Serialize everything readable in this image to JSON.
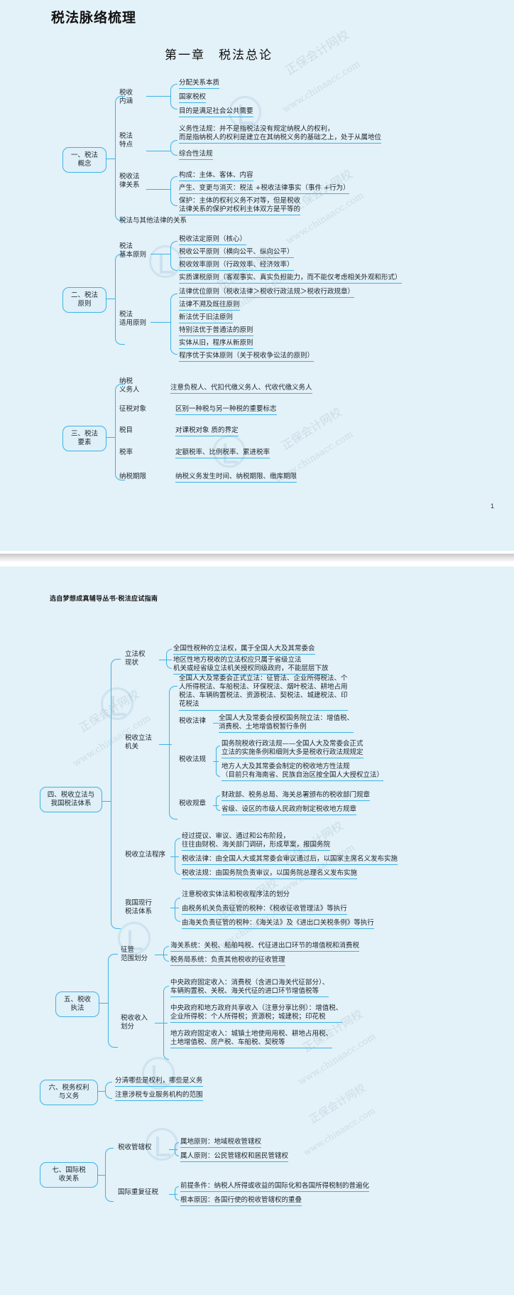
{
  "document": {
    "title": "税法脉络梳理",
    "chapter": "第一章　税法总论",
    "page_number": "1",
    "source_note": "选自梦想成真辅导丛书·税法应试指南",
    "watermark_text": "www.chinaacc.com",
    "watermark_brand": "正保会计网校",
    "accent_color": "#3cb4e5",
    "page_bg": "#e3f1f8"
  },
  "page1": {
    "sections": [
      {
        "id": "s1",
        "label": "一、税法\n概念",
        "groups": [
          {
            "label": "税收\n内涵",
            "items": [
              "分配关系本质",
              "国家税权",
              "目的是满足社会公共需要"
            ]
          },
          {
            "label": "税法\n特点",
            "items": [
              "义务性法规：并不是指税法没有规定纳税人的权利，\n而是指纳税人的权利是建立在其纳税义务的基础之上，处于从属地位",
              "综合性法规"
            ]
          },
          {
            "label": "税收法\n律关系",
            "items": [
              "构成：主体、客体、内容",
              "产生、变更与消灭：税法 +税收法律事实（事件 +行为）",
              "保护：主体的权利义务不对等，但是税收\n法律关系的保护对权利主体双方是平等的"
            ]
          },
          {
            "label": "",
            "items": [
              "税法与其他法律的关系"
            ]
          }
        ]
      },
      {
        "id": "s2",
        "label": "二、税法\n原则",
        "groups": [
          {
            "label": "税法\n基本原则",
            "items": [
              "税收法定原则（核心）",
              "税收公平原则（横向公平、纵向公平）",
              "税收效率原则（行政效率、经济效率）",
              "实质课税原则（客观事实、真实负担能力，而不能仅考虑相关外观和形式）"
            ]
          },
          {
            "label": "税法\n适用原则",
            "items": [
              "法律优位原则（税收法律＞税收行政法规＞税收行政规章）",
              "法律不溯及既往原则",
              "新法优于旧法原则",
              "特别法优于普通法的原则",
              "实体从旧，程序从新原则",
              "程序优于实体原则（关于税收争讼法的原则）"
            ]
          }
        ]
      },
      {
        "id": "s3",
        "label": "三、税法\n要素",
        "groups": [
          {
            "label": "纳税\n义务人",
            "items": [
              "注意负税人、代扣代缴义务人、代收代缴义务人"
            ]
          },
          {
            "label": "征税对象",
            "items": [
              "区别一种税与另一种税的重要标志"
            ]
          },
          {
            "label": "税目",
            "items": [
              "对课税对象 质的界定"
            ]
          },
          {
            "label": "税率",
            "items": [
              "定额税率、比例税率、累进税率"
            ]
          },
          {
            "label": "纳税期限",
            "items": [
              "纳税义务发生时间、纳税期限、缴库期限"
            ]
          }
        ]
      }
    ]
  },
  "page2": {
    "sections": [
      {
        "id": "s4",
        "label": "四、税收立法与\n我国税法体系",
        "groups": [
          {
            "label": "立法权\n现状",
            "items": [
              "全国性税种的立法权，属于全国人大及其常委会",
              "地区性地方税收的立法权应只属于省级立法\n机关或经省级立法机关授权同级政府，不能层层下放"
            ]
          },
          {
            "label": "税收立法\n机关",
            "subgroups": [
              {
                "label": "",
                "items": [
                  "全国人大及常委会正式立法：征管法、企业所得税法、个\n人所得税法、车船税法、环保税法、烟叶税法、耕地占用\n税法、车辆购置税法、资源税法、契税法、城建税法、印\n花税法"
                ]
              },
              {
                "label": "税收法律",
                "items": [
                  "全国人大及常委会授权国务院立法：增值税、\n消费税、土地增值税暂行条例"
                ]
              },
              {
                "label": "税收法规",
                "items": [
                  "国务院税收行政法规——全国人大及常委会正式\n立法的实施条例和细则大多是税收行政法规规定",
                  "地方人大及其常委会制定的税收地方性法规\n（目前只有海南省、民族自治区按全国人大授权立法）"
                ]
              },
              {
                "label": "税收规章",
                "items": [
                  "财政部、税务总局、海关总署颁布的税收部门规章",
                  "省级、设区的市级人民政府制定税收地方规章"
                ]
              }
            ]
          },
          {
            "label": "税收立法程序",
            "items": [
              "经过提议、审议、通过和公布阶段，\n往往由财税、海关部门调研，形成草案，报国务院",
              "税收法律：由全国人大或其常委会审议通过后，以国家主席名义发布实施",
              "税收法规：由国务院负责审议，以国务院总理名义发布实施"
            ]
          },
          {
            "label": "我国现行\n税法体系",
            "items": [
              "注意税收实体法和税收程序法的划分",
              "由税务机关负责征管的税种：《税收征收管理法》等执行",
              "由海关负责征管的税种：《海关法》及《进出口关税条例》等执行"
            ]
          }
        ]
      },
      {
        "id": "s5",
        "label": "五、税收\n执法",
        "groups": [
          {
            "label": "征管\n范围划分",
            "items": [
              "海关系统：关税、船舶吨税、代征进出口环节的增值税和消费税",
              "税务局系统：负责其他税收的征收管理"
            ]
          },
          {
            "label": "税收收入\n划分",
            "items": [
              "中央政府固定收入：消费税（含进口海关代征部分）、\n车辆购置税、关税、海关代征的进口环节增值税等",
              "中央政府和地方政府共享收入（注意分享比例）：增值税、\n企业所得税：个人所得税；资源税；城建税；印花税",
              "地方政府固定收入：城镇土地使用用税、耕地占用税、\n土地增值税、房产税、车船税、契税等"
            ]
          }
        ]
      },
      {
        "id": "s6",
        "label": "六、税务权利\n与义务",
        "groups": [
          {
            "label": "",
            "items": [
              "分清哪些是权利，哪些是义务",
              "注意涉税专业服务机构的范围"
            ]
          }
        ]
      },
      {
        "id": "s7",
        "label": "七、国际税\n收关系",
        "groups": [
          {
            "label": "税收管辖权",
            "items": [
              "属地原则：地域税收管辖权",
              "属人原则：公民管辖权和居民管辖权"
            ]
          },
          {
            "label": "国际重复征税",
            "items": [
              "前提条件：纳税人所得或收益的国际化和各国所得税制的普遍化",
              "根本原因：各国行使的税收管辖权的重叠"
            ]
          }
        ]
      }
    ]
  }
}
